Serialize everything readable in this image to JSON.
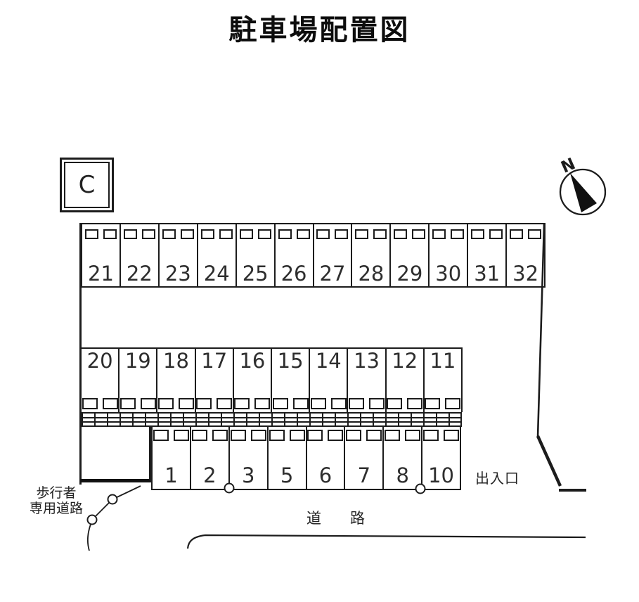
{
  "title": "駐車場配置図",
  "block_label": "C",
  "compass": {
    "north_label": "N"
  },
  "lot": {
    "top_row": [
      "21",
      "22",
      "23",
      "24",
      "25",
      "26",
      "27",
      "28",
      "29",
      "30",
      "31",
      "32"
    ],
    "middle_row": [
      "20",
      "19",
      "18",
      "17",
      "16",
      "15",
      "14",
      "13",
      "12",
      "11"
    ],
    "bottom_row": [
      "1",
      "2",
      "3",
      "5",
      "6",
      "7",
      "8",
      "10"
    ],
    "entrance_label": "出入口"
  },
  "labels": {
    "road": "道　路",
    "pedestrian_road": "歩行者\n専用道路"
  },
  "colors": {
    "ink": "#1c1c1c",
    "paper": "#ffffff"
  }
}
